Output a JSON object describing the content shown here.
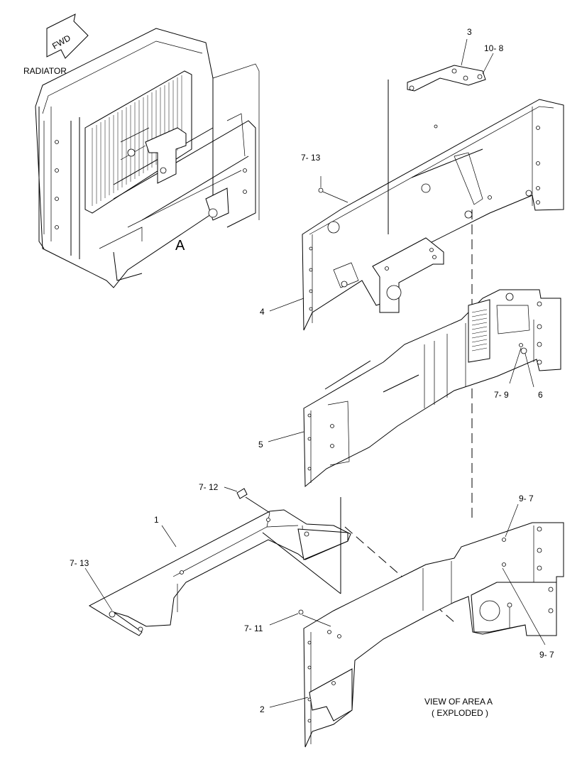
{
  "labels": {
    "fwd": "FWD",
    "radiator": "RADIATOR",
    "area_a": "A",
    "view_title": "VIEW OF AREA  A",
    "view_subtitle": "( EXPLODED )"
  },
  "callouts": {
    "p3": "3",
    "p10_8": "10- 8",
    "p7_13_top": "7- 13",
    "p4": "4",
    "p7_9": "7- 9",
    "p6": "6",
    "p5": "5",
    "p7_12": "7- 12",
    "p1": "1",
    "p9_7_top": "9- 7",
    "p7_13_bottom": "7- 13",
    "p7_11": "7- 11",
    "p9_7_bottom": "9- 7",
    "p2": "2"
  }
}
